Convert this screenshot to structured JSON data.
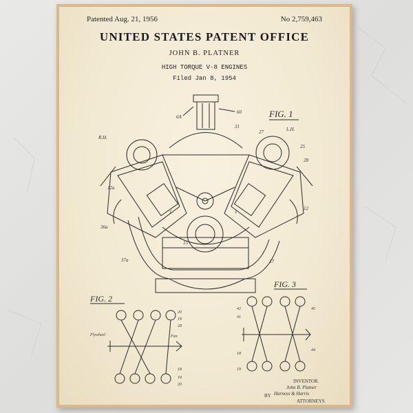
{
  "patent": {
    "date_text": "Patented Aug. 21, 1956",
    "number_text": "No 2,759,463",
    "office": "UNITED STATES PATENT OFFICE",
    "inventor_name": "JOHN B. PLATNER",
    "title": "HIGH TORQUE V-8 ENGINES",
    "filed": "Filed Jan 8, 1954"
  },
  "figures": {
    "fig1": "FIG. 1",
    "fig2": "FIG. 2",
    "fig3": "FIG. 3"
  },
  "signature": {
    "inventor_label": "INVENTOR.",
    "inventor_sig": "John B. Platner",
    "by": "BY",
    "attorneys_sig": "Harness & Harris",
    "attorneys_label": "ATTORNEYS"
  },
  "colors": {
    "frame": "#d9b98a",
    "paper": "#f2e9d2",
    "ink": "#222222",
    "wall": "#e3e3e1"
  }
}
